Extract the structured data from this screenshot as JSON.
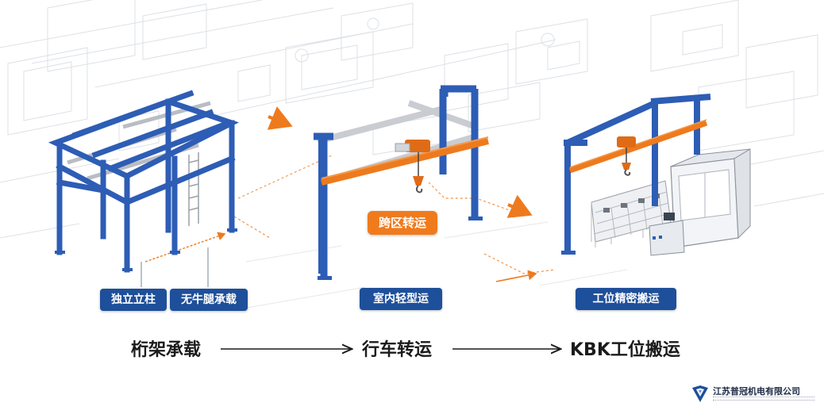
{
  "colors": {
    "frame_blue": "#2d5db5",
    "beam_orange": "#ee7a1e",
    "rail_gray": "#c9ccd1",
    "badge_blue": "#1e4f9a",
    "accent_orange": "#f07b1d"
  },
  "stages": {
    "truss": {
      "badge_left": "独立立柱",
      "badge_right": "无牛腿承载",
      "icon": "gantry-truss-frame"
    },
    "crane": {
      "highlight": "跨区转运",
      "badge": "室内轻型运",
      "icon": "overhead-travelling-crane"
    },
    "kbk": {
      "badge": "工位精密搬运",
      "icon": "kbk-workstation-crane"
    }
  },
  "flow": {
    "step1": "桁架承载",
    "step2": "行车转运",
    "step3": "KBK工位搬运"
  },
  "logo": {
    "name": "江苏普冠机电有限公司",
    "icon": "company-logo-mark"
  }
}
